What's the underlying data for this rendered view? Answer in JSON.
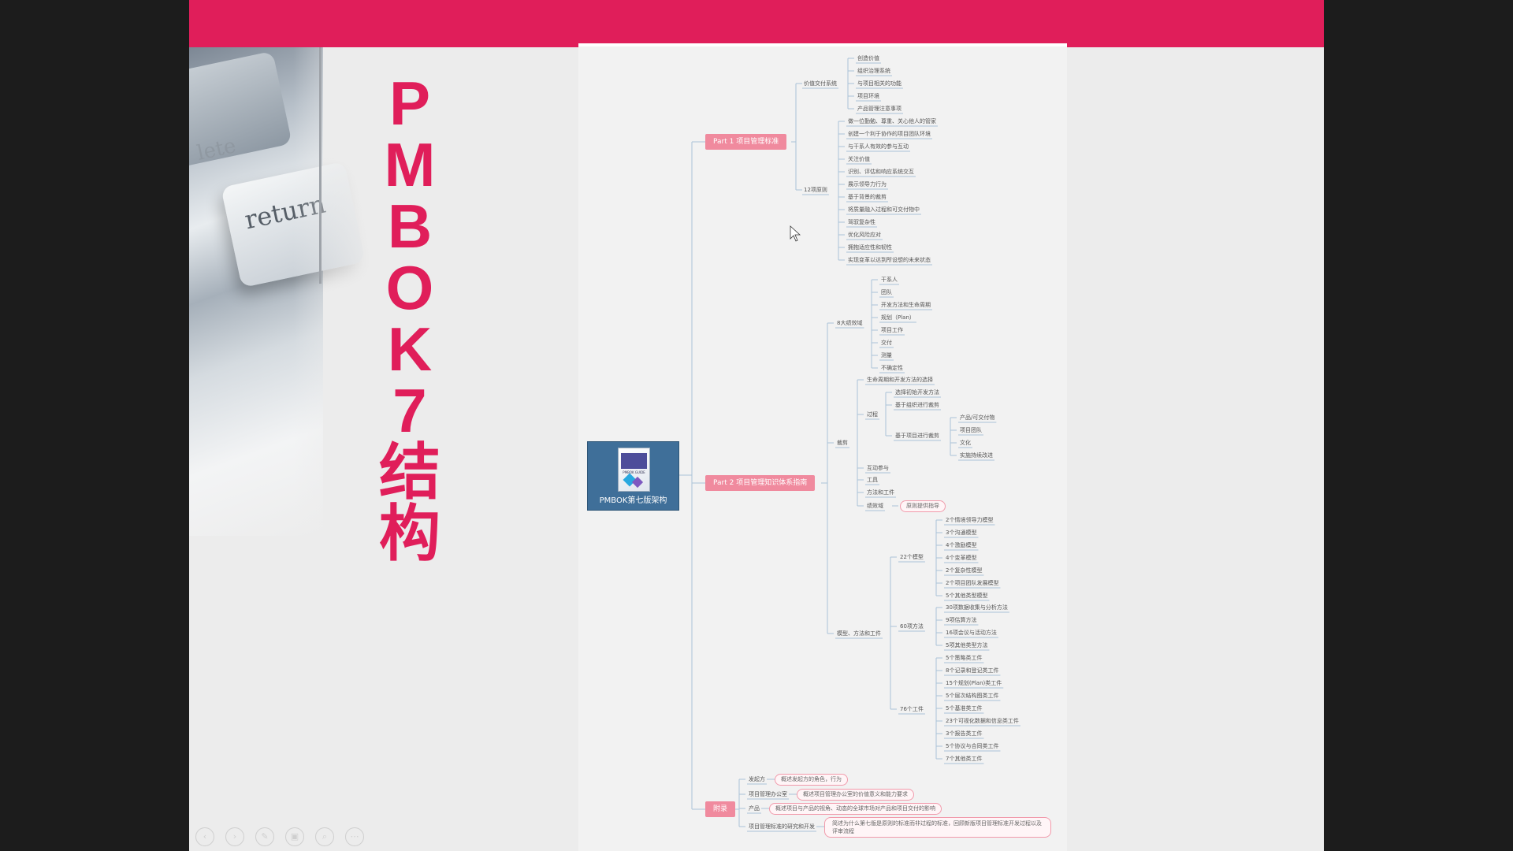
{
  "title_chars": [
    "P",
    "M",
    "B",
    "O",
    "K",
    "7",
    "结",
    "构"
  ],
  "keyboard": {
    "key_label": "return",
    "key2_label": "lete"
  },
  "root": {
    "label": "PMBOK第七版架构",
    "book_text": "PMBOK GUIDE"
  },
  "part1": {
    "label": "Part 1  项目管理标准",
    "groups": [
      {
        "label": "价值交付系统",
        "items": [
          "创造价值",
          "组织治理系统",
          "与项目相关的功能",
          "项目环境",
          "产品管理注意事项"
        ]
      },
      {
        "label": "12项原则",
        "items": [
          "做一位勤勉、尊重、关心他人的管家",
          "创建一个利于协作的项目团队环境",
          "与干系人有效的参与互动",
          "关注价值",
          "识别、评估和响应系统交互",
          "展示领导力行为",
          "基于背景的裁剪",
          "将质量融入过程和可交付物中",
          "驾驭复杂性",
          "优化风险应对",
          "拥抱适应性和韧性",
          "实现变革以达到所设想的未来状态"
        ]
      }
    ]
  },
  "part2": {
    "label": "Part 2  项目管理知识体系指南",
    "domains": {
      "label": "8大绩效域",
      "items": [
        "干系人",
        "团队",
        "开发方法和生命周期",
        "规划（Plan）",
        "项目工作",
        "交付",
        "测量",
        "不确定性"
      ]
    },
    "tailoring": {
      "label": "裁剪",
      "lifecycle": "生命周期和开发方法的选择",
      "process": {
        "label": "过程",
        "items": [
          "选择初始开发方法",
          "基于组织进行裁剪"
        ],
        "project": {
          "label": "基于项目进行裁剪",
          "items": [
            "产品/可交付物",
            "项目团队",
            "文化",
            "实施持续改进"
          ]
        }
      },
      "others": [
        "互动参与",
        "工具",
        "方法和工件"
      ],
      "perf_label": "绩效域",
      "perf_pill": "原则提供指导"
    },
    "models": {
      "label": "模型、方法和工件",
      "groups": [
        {
          "label": "22个模型",
          "items": [
            "2个情境领导力模型",
            "3个沟通模型",
            "4个激励模型",
            "4个变革模型",
            "2个复杂性模型",
            "2个项目团队发展模型",
            "5个其他类型模型"
          ]
        },
        {
          "label": "60项方法",
          "items": [
            "30项数据收集与分析方法",
            "9项估算方法",
            "16项会议与活动方法",
            "5项其他类型方法"
          ]
        },
        {
          "label": "76个工件",
          "items": [
            "5个策略类工件",
            "8个记录和登记类工件",
            "15个规划(Plan)类工件",
            "5个层次结构图类工件",
            "5个基准类工件",
            "23个可视化数据和信息类工件",
            "3个报告类工件",
            "5个协议与合同类工件",
            "7个其他类工件"
          ]
        }
      ]
    }
  },
  "appendix": {
    "label": "附录",
    "rows": [
      {
        "label": "发起方",
        "desc": "概述发起方的角色，行为"
      },
      {
        "label": "项目管理办公室",
        "desc": "概述项目管理办公室的价值意义和能力要求"
      },
      {
        "label": "产品",
        "desc": "概述项目与产品的视角、动态的全球市场对产品和项目交付的影响"
      },
      {
        "label": "项目管理标准的研究和开发",
        "desc": "简述为什么第七版是原则的标准而非过程的标准，回顾新版项目管理标准开发过程以及评审流程"
      }
    ]
  },
  "controls": [
    "‹",
    "›",
    "✎",
    "▣",
    "⌕",
    "⋯"
  ],
  "colors": {
    "topbar": "#e01e5a",
    "title": "#e01e5a",
    "part_box": "#f08a9e",
    "root": "#3f6f99",
    "link": "#aac3d8"
  }
}
